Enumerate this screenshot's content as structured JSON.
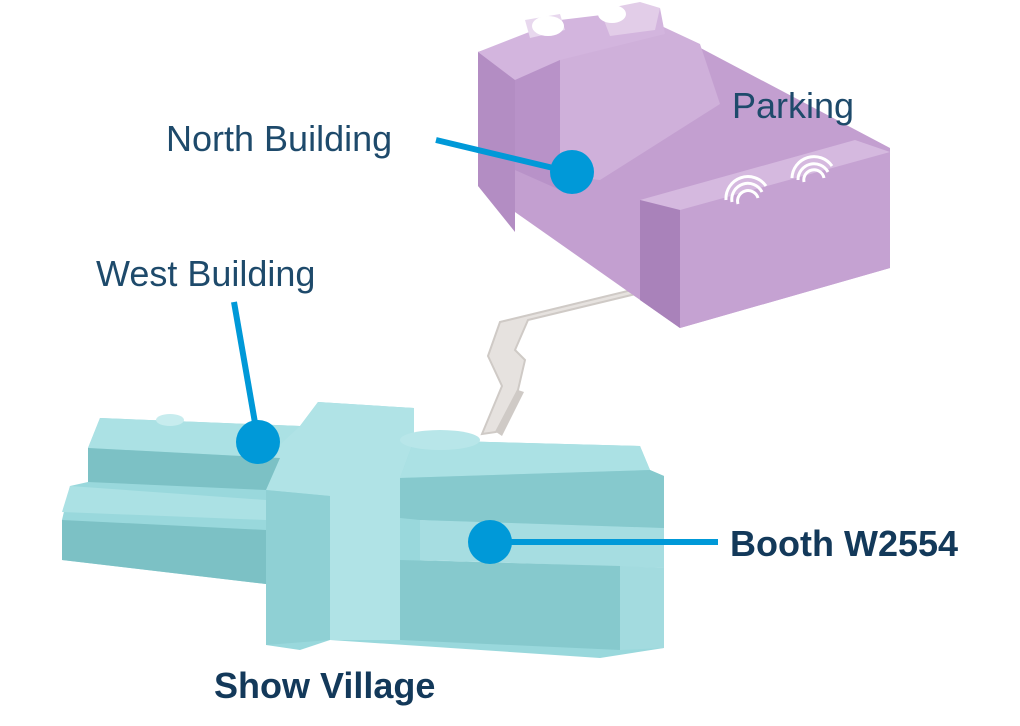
{
  "map": {
    "labels": {
      "north_building": "North Building",
      "parking": "Parking",
      "west_building": "West Building",
      "booth": "Booth W2554",
      "show_village": "Show Village"
    },
    "colors": {
      "north_building_fill": "#c39fd0",
      "north_building_top": "#cfb0da",
      "north_building_shadow": "#ae86bf",
      "west_building_fill": "#99d8dc",
      "west_building_top": "#abe1e4",
      "west_building_shadow": "#7cc1c5",
      "walkway": "#e6e2df",
      "callout": "#0099d8",
      "text_normal": "#1e4a6b",
      "text_bold": "#13395a"
    },
    "icons": {
      "parking_signs": "wifi-arc-icon",
      "callout_markers": "location-dot-icon"
    }
  }
}
